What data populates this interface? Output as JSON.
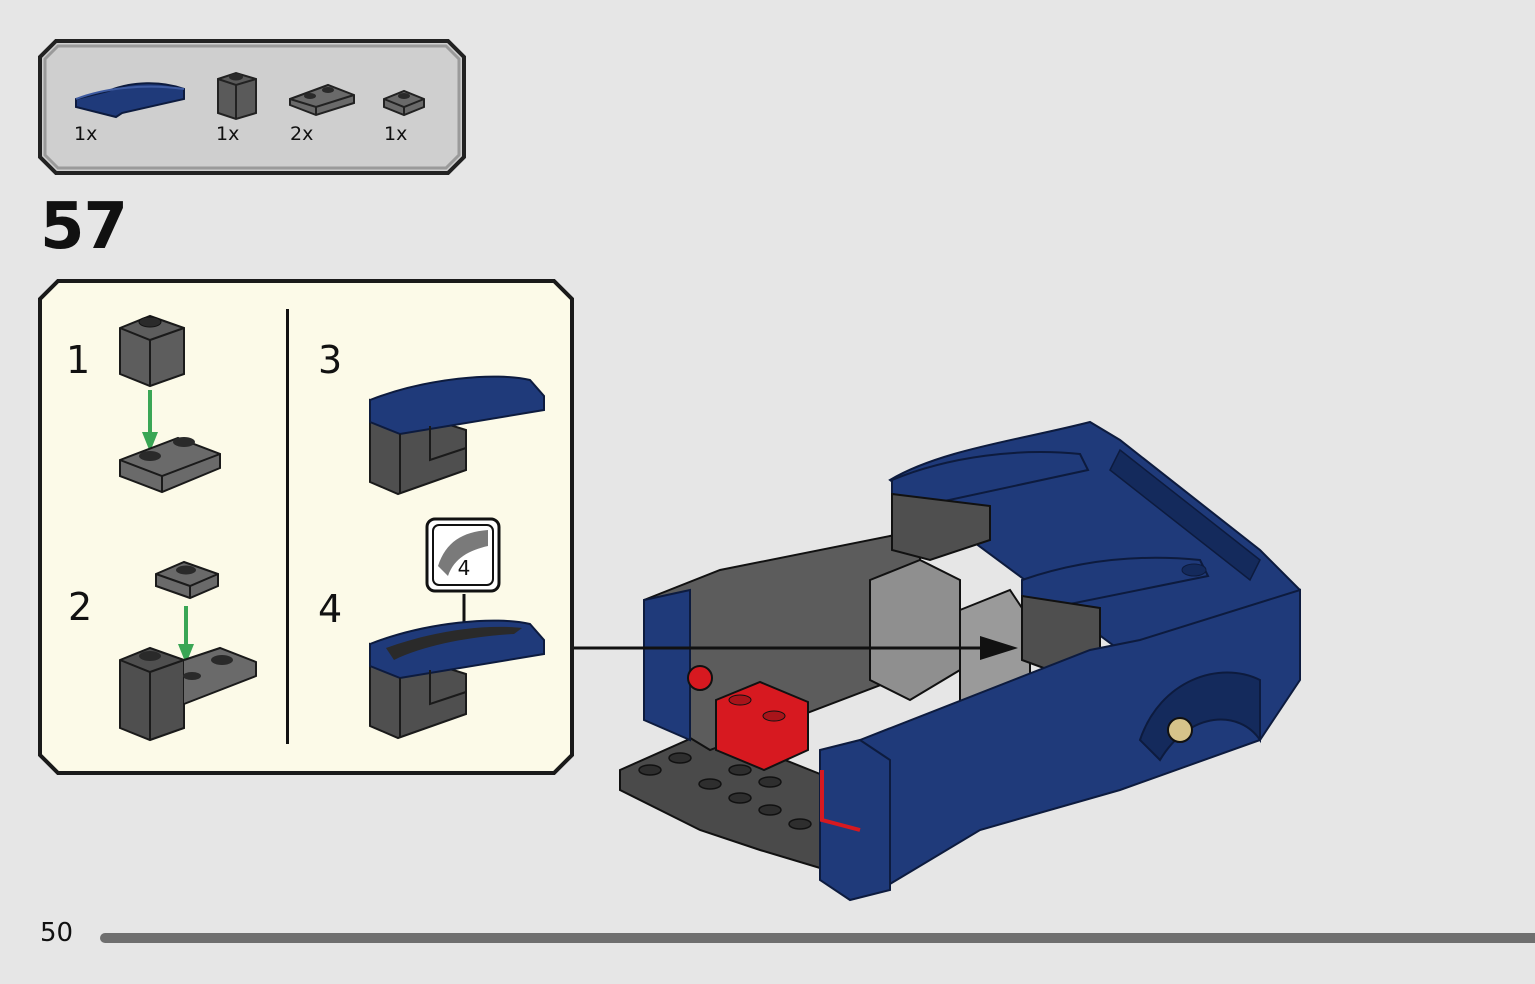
{
  "parts_list": {
    "items": [
      {
        "part": "blue-curved-slope-icon",
        "quantity": "1x",
        "color": "#1f3a7a"
      },
      {
        "part": "trans-black-brick-icon",
        "quantity": "1x",
        "color": "#4a4a4a"
      },
      {
        "part": "trans-black-plate-1x2-icon",
        "quantity": "2x",
        "color": "#555555"
      },
      {
        "part": "trans-black-plate-1x1-icon",
        "quantity": "1x",
        "color": "#555555"
      }
    ]
  },
  "step": {
    "number": "57"
  },
  "sub_assembly": {
    "substeps": [
      {
        "number": "1"
      },
      {
        "number": "2"
      },
      {
        "number": "3"
      },
      {
        "number": "4"
      }
    ],
    "sticker": {
      "number": "4"
    }
  },
  "footer": {
    "page_number": "50"
  },
  "colors": {
    "background": "#e6e6e6",
    "callout_background": "#fcfae8",
    "dark_blue": "#1f3a7a",
    "trans_black": "#3c3c3c",
    "red": "#d71920",
    "green_arrow": "#3aa655"
  }
}
